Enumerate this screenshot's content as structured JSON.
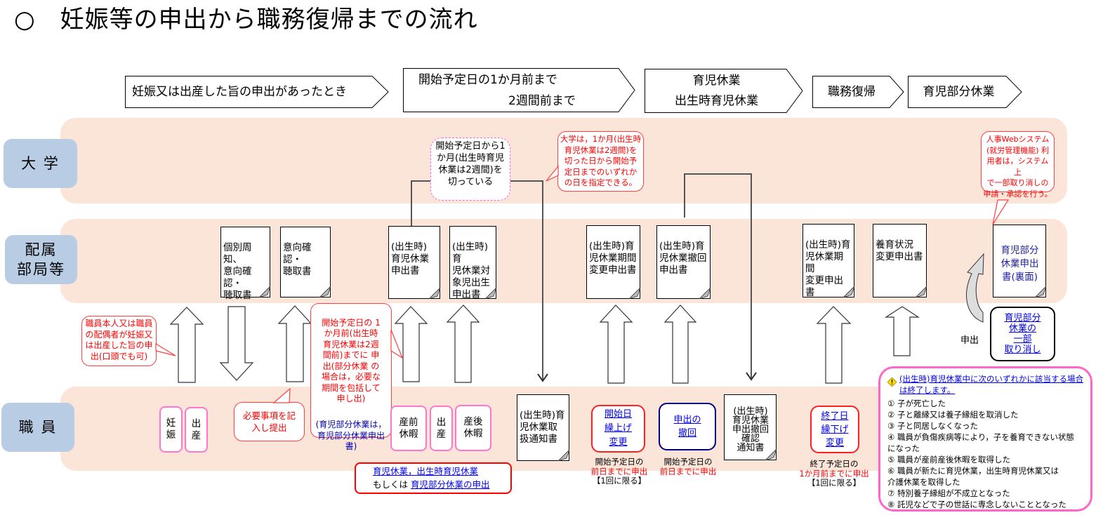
{
  "title": "○　妊娠等の申出から職務復帰までの流れ",
  "phases": [
    {
      "label": "妊娠又は出産した旨の申出があったとき"
    },
    {
      "line1": "開始予定日の1か月前まで",
      "line2": "2週間前まで"
    },
    {
      "line1": "育児休業",
      "line2": "出生時育児休業"
    },
    {
      "label": "職務復帰"
    },
    {
      "label": "育児部分休業"
    }
  ],
  "lanes": {
    "university": "大 学",
    "department": "配属\n部局等",
    "employee": "職 員"
  },
  "university_callouts": {
    "start_date_passed": "開始予定日から1\nか月(出生時育児\n休業は2週間)を\n切っている",
    "university_designates": "大学は，1か月(出生時\n育児休業は2週間)を\n切った日から開始予\n定日までのいずれか\nの日を指定できる。",
    "web_system": "人事Webシステム\n(就労管理機能) 利\n用者は，システム 上\nで一部取り消しの\n申請・承認を行う。"
  },
  "department_docs": [
    {
      "text": "個別周知、\n意向確認・\n聴取書"
    },
    {
      "text": "意向確認・\n聴取書"
    },
    {
      "text": "(出生時)\n育児休業\n申出書"
    },
    {
      "text": "(出生時)育\n児休業対\n象児出生\n申出書"
    },
    {
      "text": "(出生時)育\n児休業期間\n変更申出書"
    },
    {
      "text": "(出生時)育\n児休業撤回\n申出書"
    },
    {
      "text": "(出生時)育\n児休業期間\n変更申出書"
    },
    {
      "text": "養育状況\n変更申出書"
    },
    {
      "text": "育児部分\n休業申出\n書(裏面)"
    }
  ],
  "middle_callouts": {
    "report_pregnancy": "職員本人又は職員\nの配偶者が妊娠又\nは出産した旨の申\n出(口頭でも可)",
    "apply_deadline": "開始予定日の 1\nか月前(出生時\n育児休業は2週\n間前)までに 申\n出(部分休業 の\n場合は，必要な\n期間を包括して\n申し出)",
    "apply_deadline_note": "(育児部分休業は，\n育児部分休業申出書)",
    "fill_submit": "必要事項を記\n入し提出"
  },
  "employee_items": {
    "pregnancy": "妊\n娠",
    "birth1": "出\n産",
    "prenatal_leave": "産前\n休暇",
    "birth2": "出\n産",
    "postnatal_leave": "産後\n休暇"
  },
  "employee_docs": {
    "handling_notice": "(出生時)育\n児休業取\n扱通知書",
    "withdrawal_notice": "(出生時)\n育児休業\n申出撤回\n確認\n通知書"
  },
  "link_boxes": {
    "start_advance": "開始日\n繰上げ\n変更",
    "withdraw": "申出の\n撤回",
    "end_postpone": "終了日\n繰下げ\n変更",
    "partial_cancel": "育児部分\n休業の\n一部\n取り消し"
  },
  "notes": {
    "start_advance": {
      "l1": "開始予定日の",
      "l2": "前日までに申出",
      "l3": "【1回に限る】"
    },
    "withdraw": {
      "l1": "開始予定日の",
      "l2": "前日までに申出"
    },
    "end_postpone": {
      "l1": "終了予定日の",
      "l2": "1か月前までに申出",
      "l3": "【1回に限る】"
    }
  },
  "apply_box": {
    "link1": "育児休業，出生時育児休業",
    "prefix": "もしくは ",
    "link2": "育児部分休業の申出"
  },
  "apply_label": "申出",
  "end_conditions": {
    "header": "(出生時)育児休業中に次のいずれかに該当する場合は終了します。",
    "items": [
      "①  子が死亡した",
      "②  子と離縁又は養子縁組を取消した",
      "③  子と同居しなくなった",
      "④  職員が負傷疾病等により，子を養育できない状態\n   になった",
      "⑤  職員が産前産後休暇を取得した",
      "⑥  職員が新たに育児休業，出生時育児休業又は\n   介護休業を取得した",
      "⑦  特別養子縁組が不成立となった",
      "⑧  託児などで子の世話に専念しないこととなった"
    ]
  },
  "colors": {
    "lane_bg": "#fbe4d8",
    "label_bg": "#b8cce4",
    "callout_red": "#ff0000",
    "pink_border": "#ff66cc",
    "link_blue": "#0000ee",
    "navy_border": "#000080"
  }
}
